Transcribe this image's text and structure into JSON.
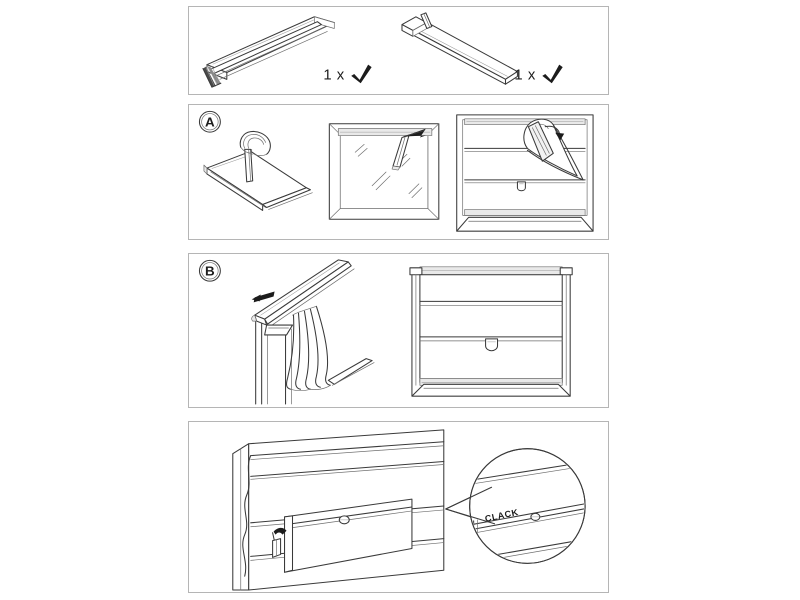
{
  "document": {
    "kind": "assembly-instruction-sheet",
    "title": "",
    "background_color": "#ffffff",
    "line_color": "#3a3a3a",
    "panel_border_color": "#b5b5b5"
  },
  "panels": [
    {
      "id": "parts",
      "name": "parts-list-panel",
      "badge": "",
      "items": [
        {
          "name": "top-rail-profile",
          "quantity_label": "1 x",
          "check_mark": "✔",
          "description": "top rail with brush seal"
        },
        {
          "name": "bottom-rail-profile",
          "quantity_label": "1 x",
          "check_mark": "✔",
          "description": "bottom bar / clip rail"
        }
      ]
    },
    {
      "id": "step-a",
      "name": "step-a-panel",
      "badge": "A",
      "figures": [
        {
          "name": "hand-peeling-adhesive-tape-figure"
        },
        {
          "name": "window-frame-mount-figure"
        },
        {
          "name": "blind-top-rail-attach-figure"
        }
      ]
    },
    {
      "id": "step-b",
      "name": "step-b-panel",
      "badge": "B",
      "figures": [
        {
          "name": "pleated-fabric-unfold-figure"
        },
        {
          "name": "blind-front-view-figure"
        }
      ]
    },
    {
      "id": "step-c",
      "name": "step-c-panel",
      "badge": "",
      "figures": [
        {
          "name": "bottom-rail-click-figure"
        },
        {
          "name": "clack-detail-magnifier-figure"
        }
      ],
      "callout": {
        "name": "clack-sound-label",
        "text": "CLACK"
      }
    }
  ]
}
